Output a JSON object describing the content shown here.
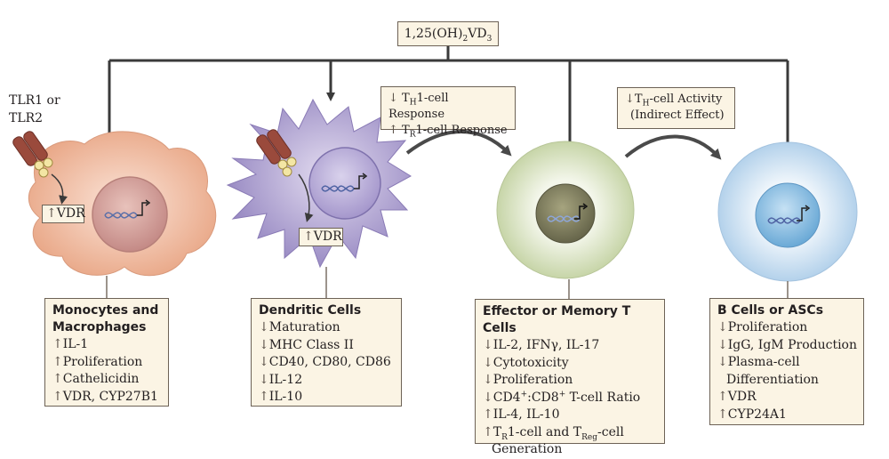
{
  "root": {
    "label": "1,25(OH)",
    "sub1": "2",
    "mid": "VD",
    "sub2": "3"
  },
  "tlr_label": [
    "TLR1 or",
    "TLR2"
  ],
  "arrows": {
    "up": "↑",
    "down": "↓"
  },
  "effect_notes": {
    "th1": {
      "pre": "T",
      "sub": "H",
      "post": "1-cell Response"
    },
    "tr1": {
      "pre": "T",
      "sub": "R",
      "post": "1-cell Response"
    },
    "th_activity": {
      "pre": "T",
      "sub": "H",
      "post": "-cell Activity"
    },
    "indirect": "(Indirect Effect)"
  },
  "vdr_tag": "VDR",
  "panels": {
    "monocytes": {
      "title": [
        "Monocytes and",
        "Macrophages"
      ],
      "items": [
        "IL-1",
        "Proliferation",
        "Cathelicidin",
        "VDR, CYP27B1"
      ]
    },
    "dendritic": {
      "title": "Dendritic Cells",
      "items": [
        "Maturation",
        "MHC Class II",
        "CD40, CD80, CD86",
        "IL-12",
        "IL-10"
      ]
    },
    "effector": {
      "title": "Effector or Memory T Cells",
      "items": [
        "IL-2, IFNγ, IL-17",
        "Cytotoxicity",
        "Proliferation"
      ],
      "ratio": {
        "a": "CD4",
        "sup": "+",
        "b": ":CD8",
        "sup2": "+",
        "c": " T-cell Ratio"
      },
      "item5": "IL-4, IL-10",
      "gen": {
        "a": "T",
        "sub": "R",
        "b": "1-cell and T",
        "sub2": "Reg",
        "c": "-cell",
        "d": "Generation"
      }
    },
    "bcells": {
      "title": "B Cells or ASCs",
      "items": [
        "Proliferation",
        "IgG, IgM Production",
        "Plasma-cell",
        "Differentiation",
        "VDR",
        "CYP24A1"
      ]
    }
  },
  "colors": {
    "macrophage": "#f2c8b2",
    "dendritic": "#b3a7d1",
    "t_cell_outer": "#e6ecd6",
    "t_cell_nucleus": "#7f7d5a",
    "b_cell_outer": "#d6e6f4",
    "b_cell_nucleus": "#8fbde0",
    "box_fill": "#fbf4e4",
    "line": "#3a3a3a"
  }
}
